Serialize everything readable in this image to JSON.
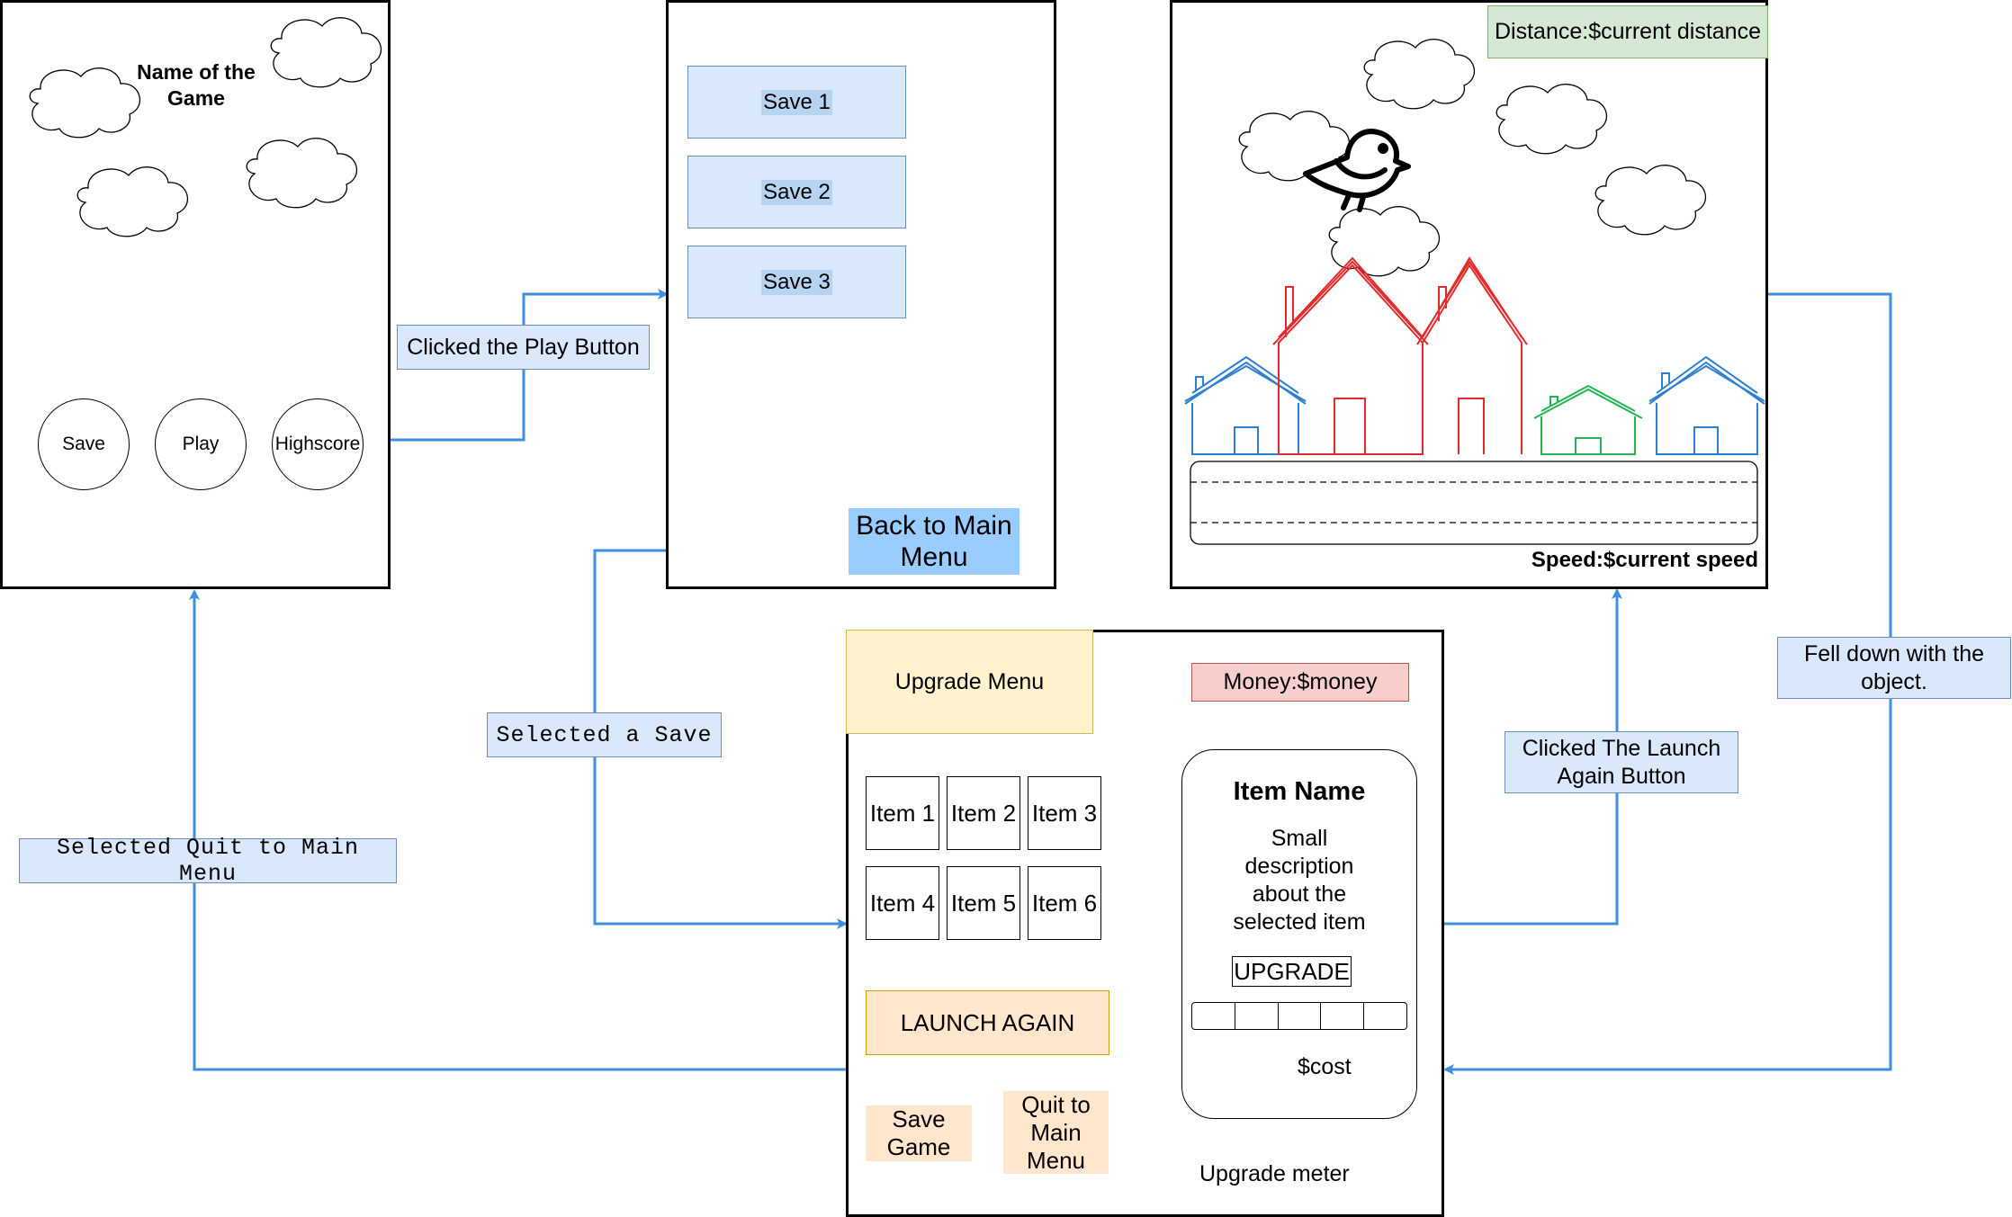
{
  "main_menu": {
    "title": "Name of the\nGame",
    "buttons": [
      "Save",
      "Play",
      "Highscore"
    ]
  },
  "save_menu": {
    "slots": [
      "Save 1",
      "Save 2",
      "Save 3"
    ],
    "back_button": "Back to Main Menu"
  },
  "game_screen": {
    "distance": "Distance:$current distance",
    "speed": "Speed:$current speed"
  },
  "upgrade_menu": {
    "title": "Upgrade Menu",
    "money": "Money:$money",
    "items": [
      "Item 1",
      "Item 2",
      "Item 3",
      "Item 4",
      "Item 5",
      "Item 6"
    ],
    "launch_again": "LAUNCH AGAIN",
    "save_game": "Save\nGame",
    "quit": "Quit to\nMain\nMenu",
    "detail": {
      "name": "Item Name",
      "description": "Small\ndescription\nabout the\nselected item",
      "upgrade": "UPGRADE",
      "cost": "$cost",
      "meter_segments": 5,
      "meter_label": "Upgrade meter"
    }
  },
  "transitions": {
    "play": "Clicked the Play Button",
    "select_save": "Selected a Save",
    "quit_main": "Selected Quit to Main Menu",
    "launch_again": "Clicked The Launch\nAgain Button",
    "fell": "Fell down with the\nobject."
  },
  "colors": {
    "arrow": "#3d8fe0",
    "label_fill": "#dae8fc",
    "slot_fill": "#dae8fc",
    "back_fill": "#99ccff",
    "distance_fill": "#d5e8d4",
    "upgrade_title_fill": "#fff2cc",
    "money_fill": "#f8cecc",
    "button_fill": "#ffe6cc",
    "house_blue": "#2d7fd0",
    "house_red": "#e32b2b",
    "house_green": "#22b455"
  }
}
